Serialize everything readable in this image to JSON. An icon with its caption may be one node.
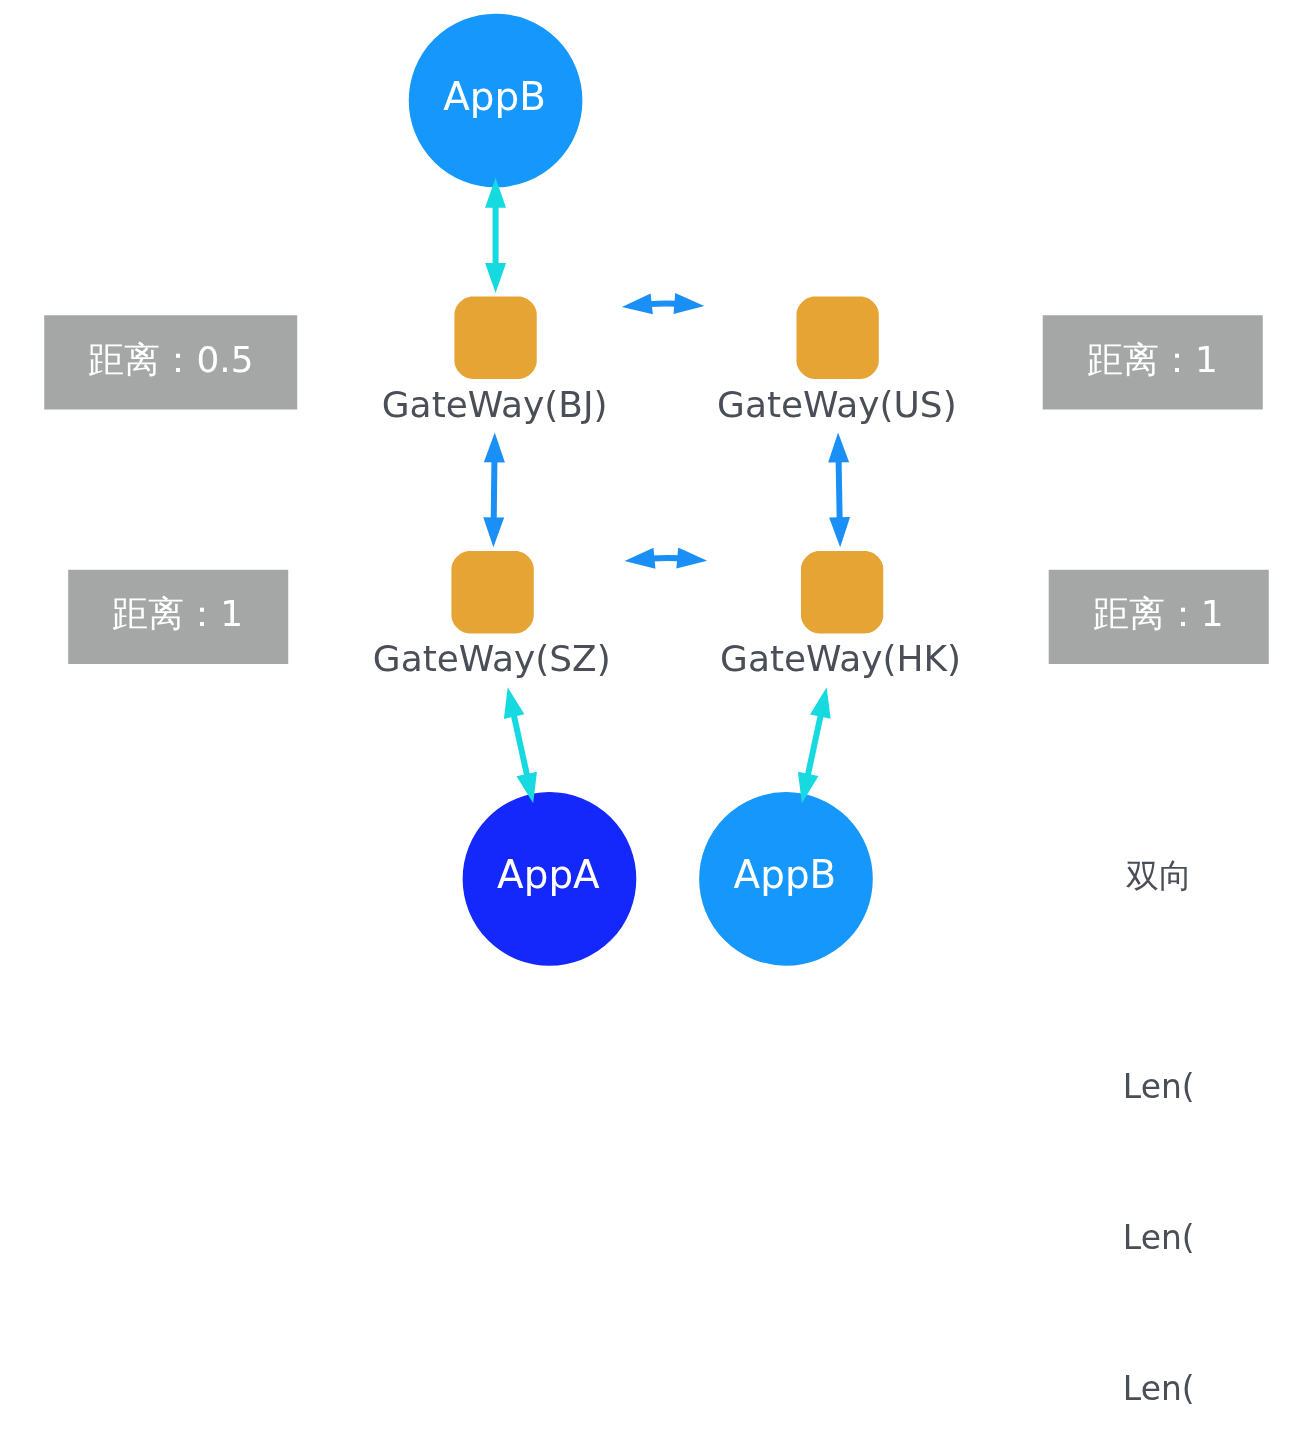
{
  "diagram": {
    "nodes": [
      {
        "text": [
          "AppB"
        ]
      },
      {
        "text": [
          "距离：0.5"
        ]
      },
      {
        "text": [
          "GateWay(BJ)"
        ]
      },
      {
        "text": [
          "GateWay(US)"
        ]
      },
      {
        "text": [
          "距离：1"
        ]
      },
      {
        "text": [
          "距离：1"
        ]
      },
      {
        "text": [
          "GateWay(SZ)"
        ]
      },
      {
        "text": [
          "GateWay(HK)"
        ]
      },
      {
        "text": [
          "距离：1"
        ]
      },
      {
        "text": [
          "AppA"
        ]
      },
      {
        "text": [
          "AppB"
        ]
      }
    ],
    "edges": [
      {
        "from": 0,
        "to": 2,
        "arrow": "both",
        "color": "#17d9e0"
      },
      {
        "from": 2,
        "to": 3,
        "arrow": "both"
      },
      {
        "from": 2,
        "to": 6,
        "arrow": "both"
      },
      {
        "from": 3,
        "to": 7,
        "arrow": "both"
      },
      {
        "from": 6,
        "to": 7,
        "arrow": "both"
      },
      {
        "from": 6,
        "to": 9,
        "arrow": "both",
        "color": "#17d9e0"
      },
      {
        "from": 7,
        "to": 10,
        "arrow": "both",
        "color": "#17d9e0"
      }
    ],
    "labels": [
      "双向",
      "Len(",
      "Len(",
      "Len("
    ]
  }
}
